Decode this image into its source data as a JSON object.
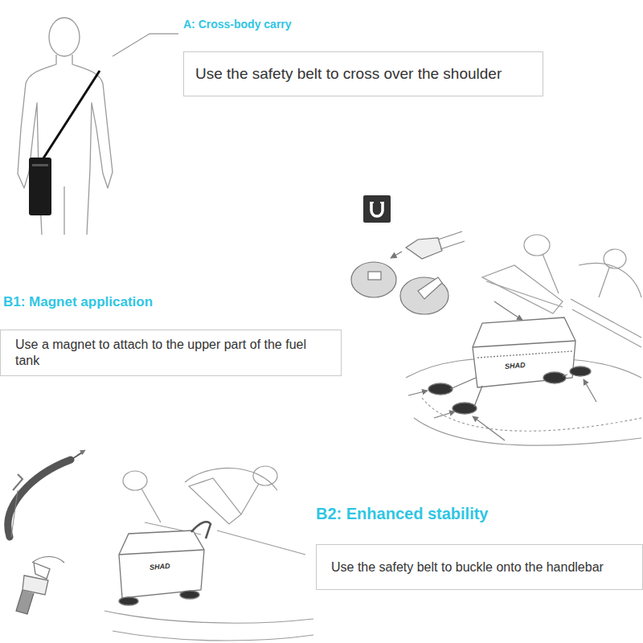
{
  "diagram": {
    "nodes": [
      {
        "text": [
          "A: Cross-body carry",
          "Use the safety belt to cross over the shoulder"
        ]
      },
      {
        "text": [
          "B1: Magnet application",
          "Use a magnet to attach to the upper part of the fuel tank"
        ]
      },
      {
        "text": [
          "B2: Enhanced stability",
          "Use the safety belt to buckle onto the handlebar"
        ]
      }
    ],
    "labels": [
      "SHAD",
      "SHAD"
    ]
  }
}
